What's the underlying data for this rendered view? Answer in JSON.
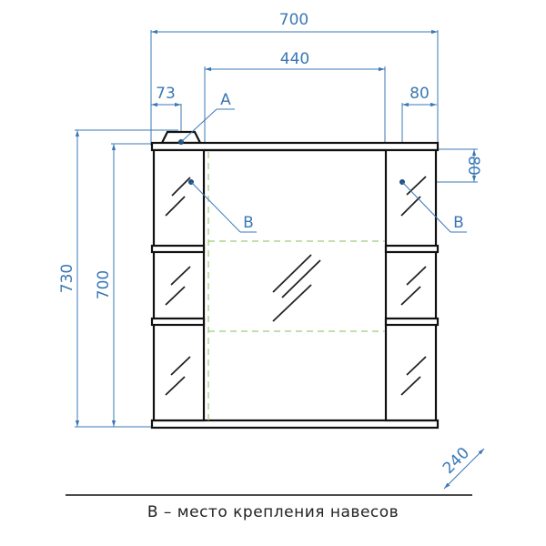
{
  "drawing": {
    "type": "technical drawing - mirror cabinet front view",
    "colors": {
      "dimension": "#3a78b5",
      "object": "#111111",
      "hidden_line": "#9ccc7a"
    },
    "dimensions": {
      "overall_width": "700",
      "mirror_width": "440",
      "mount_a_offset": "73",
      "mount_b_horizontal": "80",
      "mount_b_vertical": "80",
      "overall_height": "730",
      "body_height": "700",
      "depth": "240"
    },
    "labels": {
      "point_a": "A",
      "point_b_left": "B",
      "point_b_right": "B"
    },
    "caption": "B – место крепления навесов"
  }
}
